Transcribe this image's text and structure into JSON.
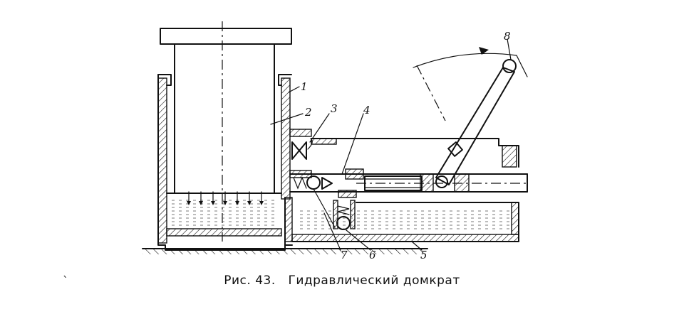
{
  "figure": {
    "caption_prefix": "Рис. 43.",
    "caption_title": "Гидравлический домкрат",
    "stray_mark": "`",
    "labels": [
      "1",
      "2",
      "3",
      "4",
      "5",
      "6",
      "7",
      "8"
    ]
  }
}
